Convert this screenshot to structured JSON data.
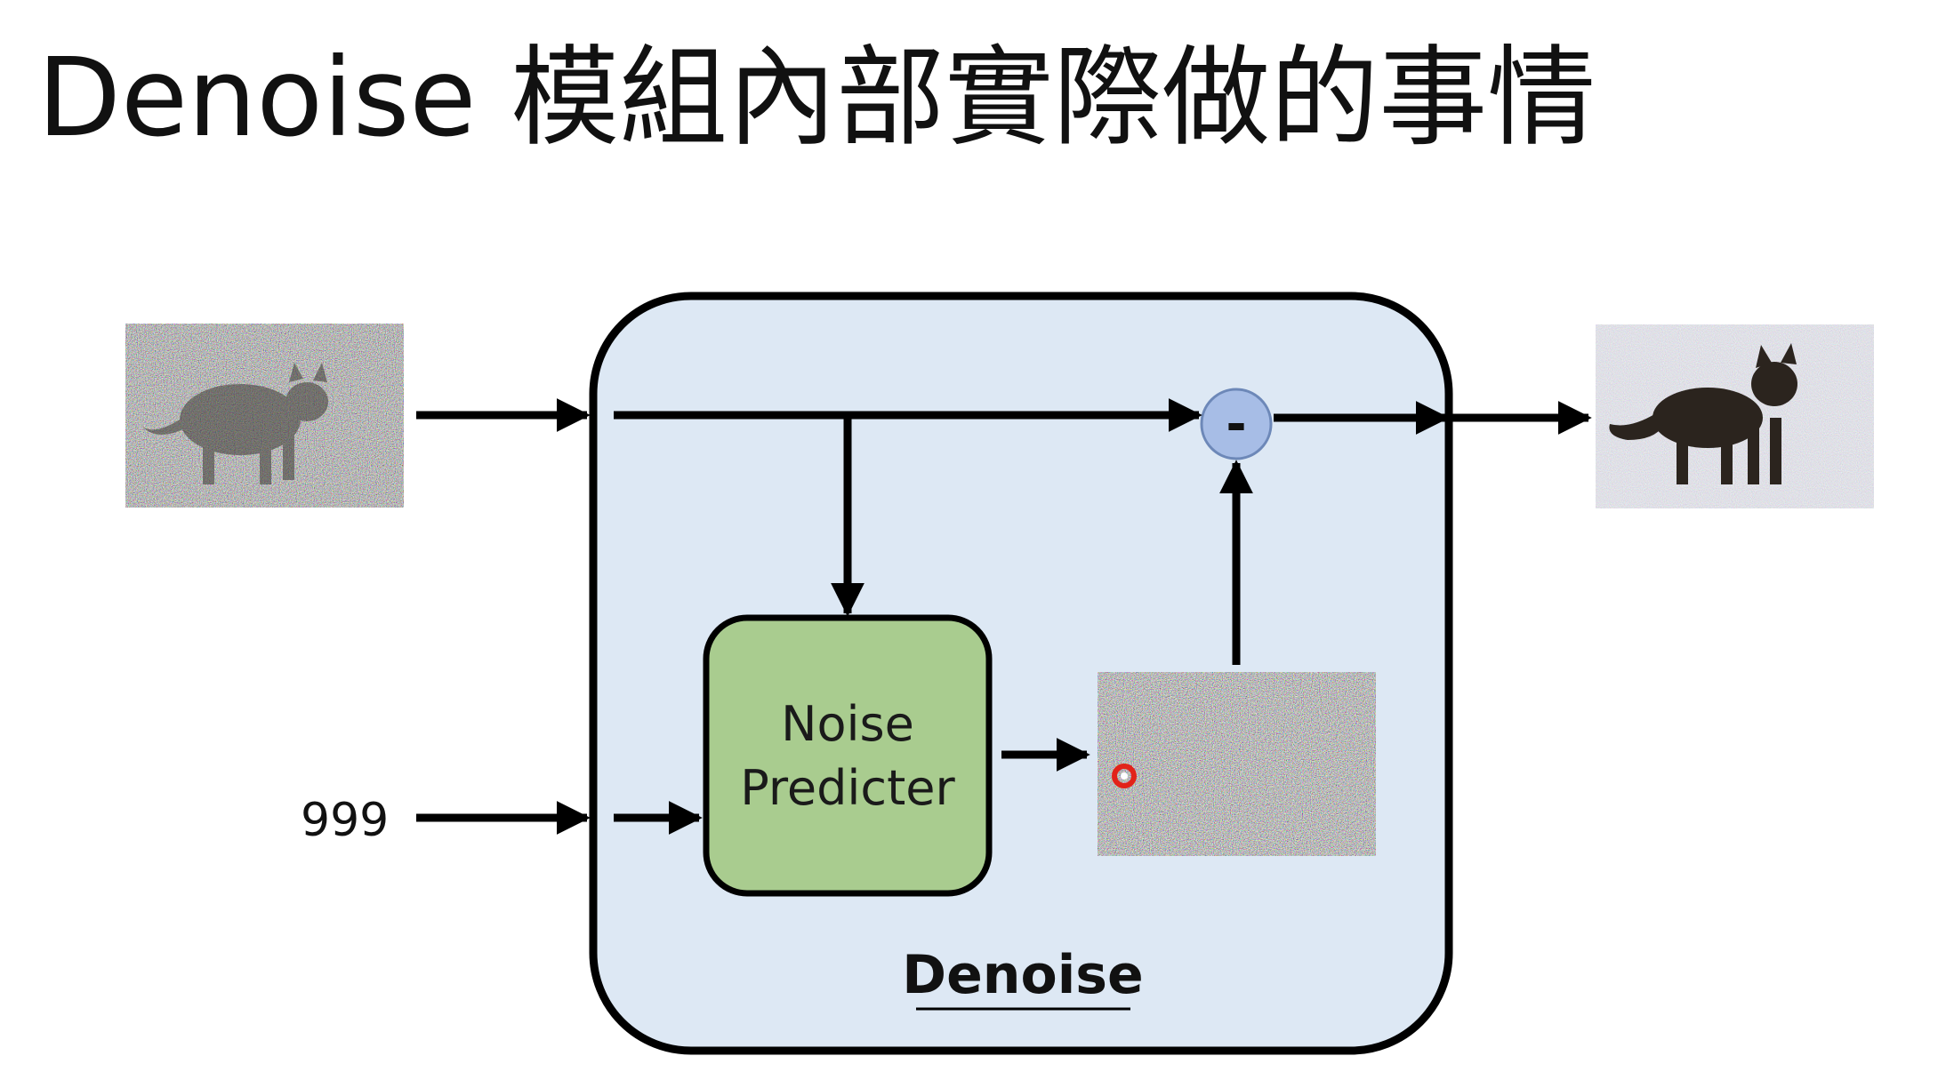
{
  "slide": {
    "title": "Denoise 模組內部實際做的事情"
  },
  "diagram": {
    "step_input": "999",
    "module_label": "Denoise",
    "predictor_label_line1": "Noise",
    "predictor_label_line2": "Predicter",
    "subtract_symbol": "-",
    "colors": {
      "module_fill": "#dde8f4",
      "predictor_fill": "#a9cc8f",
      "subtract_fill": "#a7bde6",
      "stroke": "#000000"
    },
    "icons": [
      "noisy-cat-input-image",
      "predicted-noise-image",
      "denoised-cat-output-image",
      "cursor-marker-icon"
    ]
  }
}
